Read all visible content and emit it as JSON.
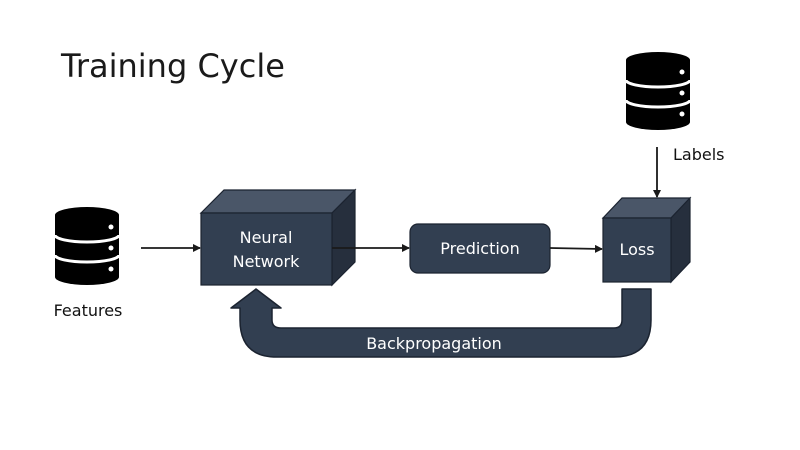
{
  "title": "Training Cycle",
  "nodes": {
    "features": {
      "label": "Features",
      "icon": "database-icon"
    },
    "labels": {
      "label": "Labels",
      "icon": "database-icon"
    },
    "neural_network": {
      "line1": "Neural",
      "line2": "Network"
    },
    "prediction": {
      "label": "Prediction"
    },
    "loss": {
      "label": "Loss"
    }
  },
  "feedback": {
    "label": "Backpropagation"
  },
  "colors": {
    "box_front": "#323f51",
    "box_top": "#4a5668",
    "box_side": "#262f3d",
    "box_stroke": "#1b2330",
    "database": "#000000",
    "arrow": "#1a1a1a"
  }
}
